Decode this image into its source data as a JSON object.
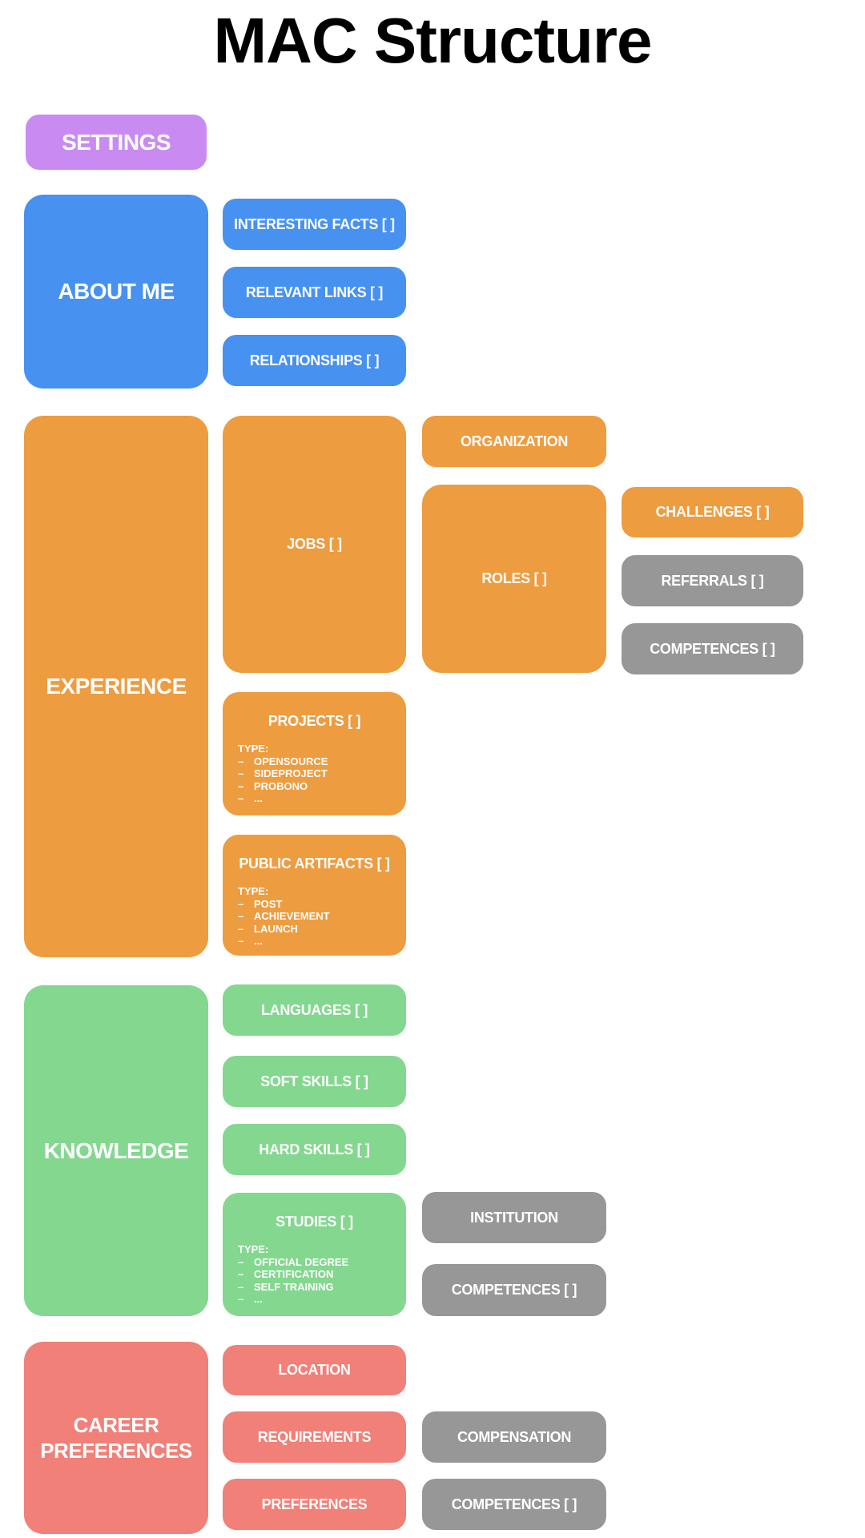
{
  "colors": {
    "background": "#FFFFFF",
    "title_text": "#000000",
    "node_text": "#FFFFFF",
    "purple": "#C98BF2",
    "blue": "#4791F0",
    "orange": "#EE9C40",
    "green": "#84D78F",
    "salmon": "#F08078",
    "gray": "#979797"
  },
  "glyphs": {
    "dash": "–"
  },
  "diagram": {
    "title": "MAC Structure",
    "settings": {
      "label": "SETTINGS"
    },
    "about_me": {
      "label": "ABOUT ME",
      "interesting_facts": {
        "label": "INTERESTING FACTS [ ]"
      },
      "relevant_links": {
        "label": "RELEVANT LINKS [ ]"
      },
      "relationships": {
        "label": "RELATIONSHIPS [ ]"
      }
    },
    "experience": {
      "label": "EXPERIENCE",
      "jobs": {
        "label": "JOBS [ ]",
        "organization": {
          "label": "ORGANIZATION"
        },
        "roles": {
          "label": "ROLES [ ]",
          "challenges": {
            "label": "CHALLENGES [ ]"
          },
          "referrals": {
            "label": "REFERRALS [ ]"
          },
          "competences": {
            "label": "COMPETENCES [ ]"
          }
        }
      },
      "projects": {
        "label": "PROJECTS [ ]",
        "type_heading": "TYPE:",
        "types": [
          "OPENSOURCE",
          "SIDEPROJECT",
          "PROBONO",
          "..."
        ]
      },
      "public_artifacts": {
        "label": "PUBLIC ARTIFACTS [ ]",
        "type_heading": "TYPE:",
        "types": [
          "POST",
          "ACHIEVEMENT",
          "LAUNCH",
          "..."
        ]
      }
    },
    "knowledge": {
      "label": "KNOWLEDGE",
      "languages": {
        "label": "LANGUAGES [ ]"
      },
      "soft_skills": {
        "label": "SOFT SKILLS [ ]"
      },
      "hard_skills": {
        "label": "HARD SKILLS [ ]"
      },
      "studies": {
        "label": "STUDIES [ ]",
        "type_heading": "TYPE:",
        "types": [
          "OFFICIAL DEGREE",
          "CERTIFICATION",
          "SELF TRAINING",
          "..."
        ],
        "institution": {
          "label": "INSTITUTION"
        },
        "competences": {
          "label": "COMPETENCES [ ]"
        }
      }
    },
    "career_preferences": {
      "label": "CAREER PREFERENCES",
      "location": {
        "label": "LOCATION"
      },
      "requirements": {
        "label": "REQUIREMENTS",
        "compensation": {
          "label": "COMPENSATION"
        },
        "competences": {
          "label": "COMPETENCES [ ]"
        }
      },
      "preferences": {
        "label": "PREFERENCES"
      }
    }
  }
}
